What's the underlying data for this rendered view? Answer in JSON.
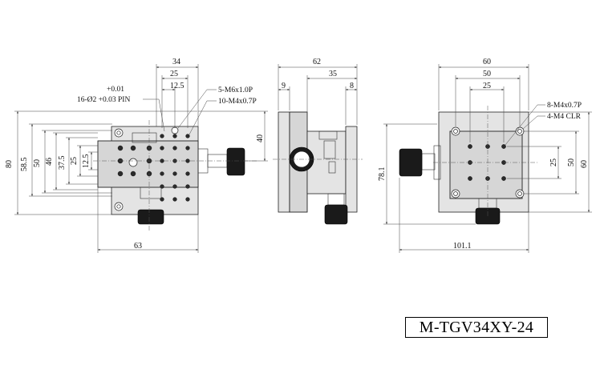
{
  "front_view": {
    "dim_top_34": "34",
    "dim_top_25": "25",
    "dim_top_12_5": "12.5",
    "callout_m6": "5-M6x1.0P",
    "callout_m4": "10-M4x0.7P",
    "pin_tol_plus": "+0.01",
    "pin_spec": "16-Ø2 +0.03 PIN",
    "dim_left_80": "80",
    "dim_left_58_5": "58.5",
    "dim_left_50": "50",
    "dim_left_46": "46",
    "dim_left_37_5": "37.5",
    "dim_left_25": "25",
    "dim_left_12_5": "12.5",
    "dim_right_40": "40",
    "dim_bottom_63": "63"
  },
  "side_view": {
    "dim_62": "62",
    "dim_9": "9",
    "dim_35": "35",
    "dim_8": "8"
  },
  "top_view": {
    "dim_60": "60",
    "dim_50": "50",
    "dim_25": "25",
    "callout_m4p": "8-M4x0.7P",
    "callout_clr": "4-M4 CLR",
    "dim_right_60": "60",
    "dim_right_50": "50",
    "dim_right_25": "25",
    "dim_left_78_1": "78.1",
    "dim_bottom_101_1": "101.1"
  },
  "model": "M-TGV34XY-24"
}
